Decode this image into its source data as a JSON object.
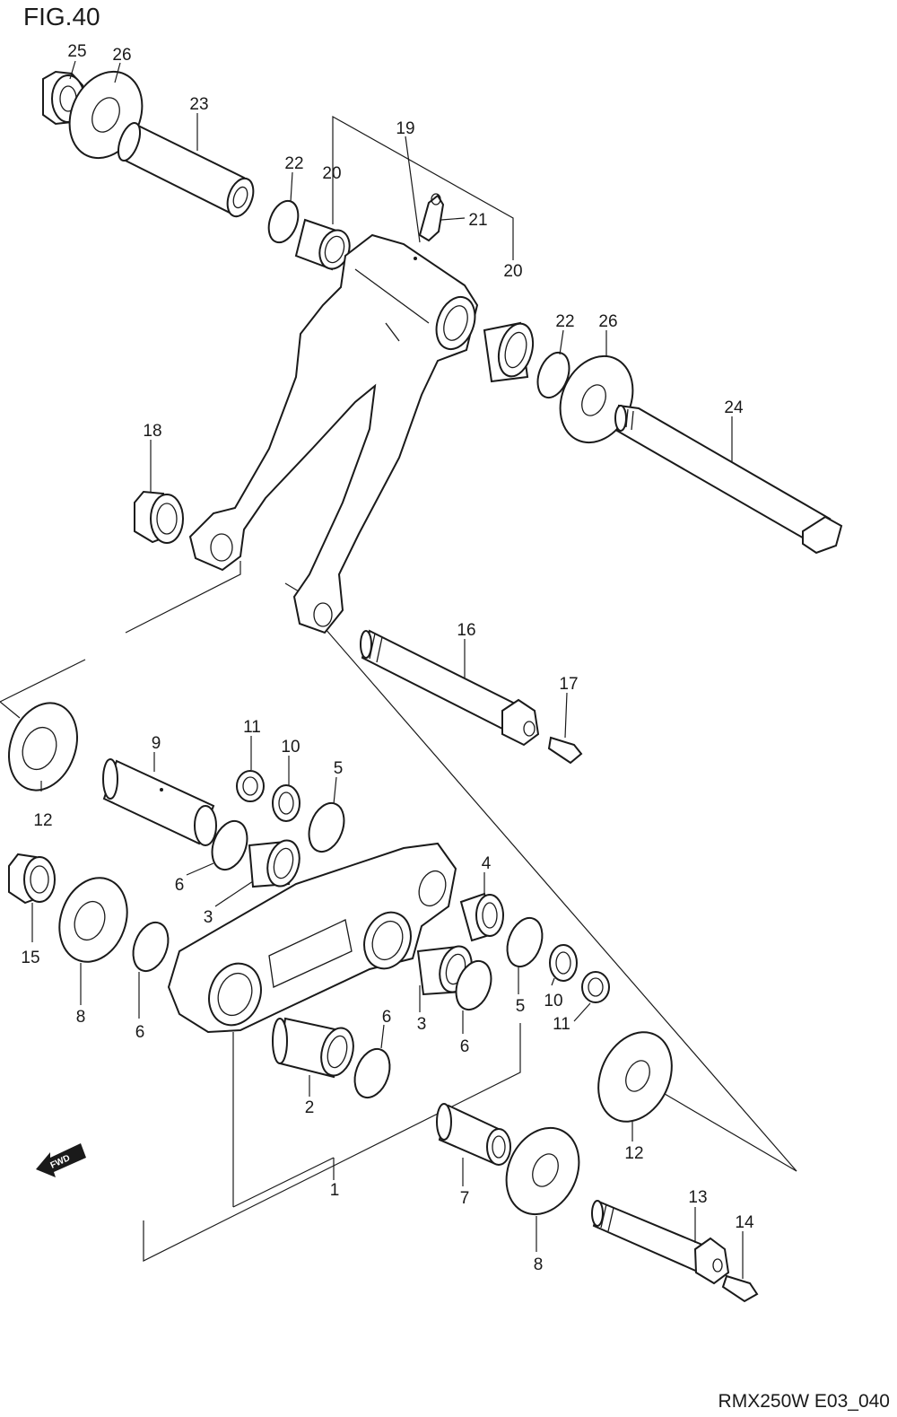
{
  "figure": {
    "title": "FIG.40",
    "code": "RMX250W E03_040",
    "fwd": "FWD"
  },
  "callouts": {
    "p1": "1",
    "p2": "2",
    "p3a": "3",
    "p3b": "3",
    "p4": "4",
    "p5a": "5",
    "p5b": "5",
    "p6a": "6",
    "p6b": "6",
    "p6c": "6",
    "p6d": "6",
    "p7": "7",
    "p8a": "8",
    "p8b": "8",
    "p9": "9",
    "p10a": "10",
    "p10b": "10",
    "p11a": "11",
    "p11b": "11",
    "p12a": "12",
    "p12b": "12",
    "p13": "13",
    "p14": "14",
    "p15": "15",
    "p16": "16",
    "p17": "17",
    "p18": "18",
    "p19": "19",
    "p20a": "20",
    "p20b": "20",
    "p21": "21",
    "p22a": "22",
    "p22b": "22",
    "p23": "23",
    "p24": "24",
    "p25": "25",
    "p26a": "26",
    "p26b": "26"
  }
}
